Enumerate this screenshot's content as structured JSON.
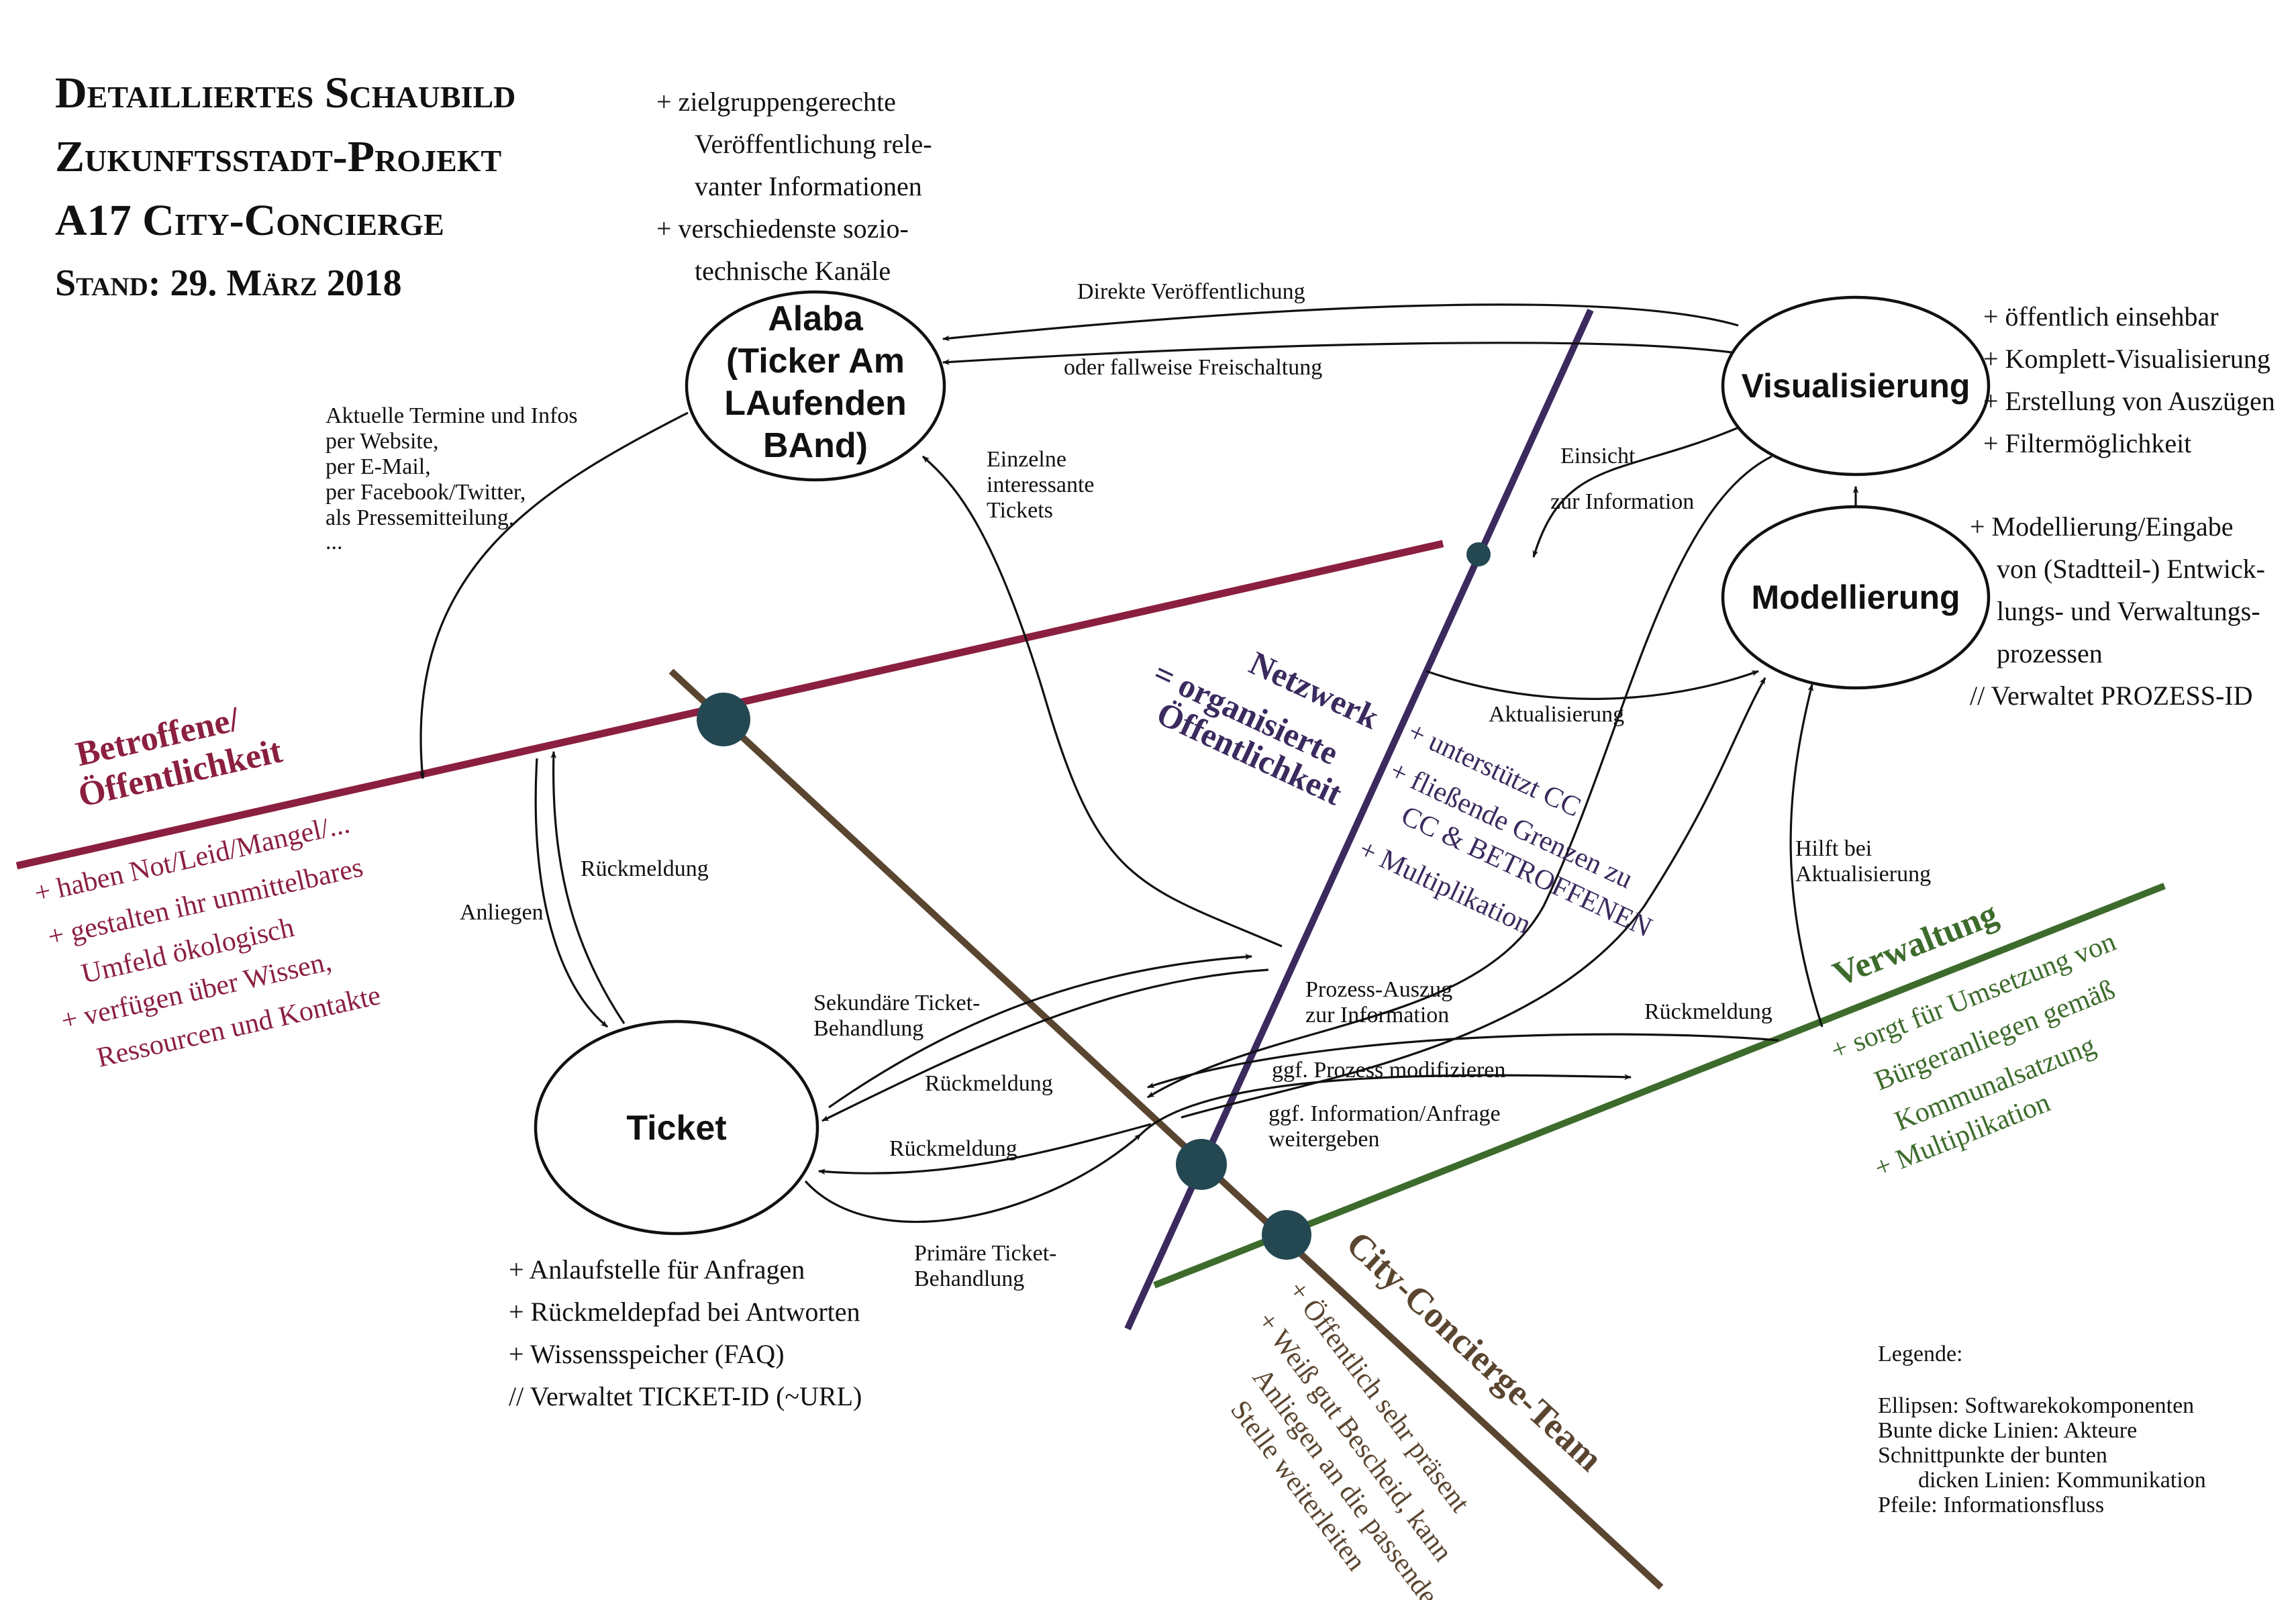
{
  "header": {
    "title_lines": [
      "Detailliertes Schaubild",
      "Zukunftsstadt-Projekt",
      "A17 City-Concierge"
    ],
    "stand": "Stand: 29. März 2018"
  },
  "colors": {
    "betroffene": "#8b1f3f",
    "netzwerk": "#3b2a5e",
    "verwaltung": "#3d6b2c",
    "cc_team": "#5a4530",
    "node": "#244852",
    "ink": "#111111"
  },
  "components": {
    "alaba": {
      "label_lines": [
        "Alaba",
        "(Ticker Am",
        "LAufenden",
        "BAnd)"
      ],
      "notes": [
        "+ zielgruppengerechte",
        "Veröffentlichung rele-",
        "vanter Informationen",
        "+ verschiedenste sozio-",
        "technische Kanäle"
      ]
    },
    "visualisierung": {
      "label": "Visualisierung",
      "notes": [
        "+ öffentlich einsehbar",
        "+ Komplett-Visualisierung",
        "+ Erstellung von Auszügen",
        "+ Filtermöglichkeit"
      ]
    },
    "modellierung": {
      "label": "Modellierung",
      "notes": [
        "+ Modellierung/Eingabe",
        "von (Stadtteil-) Entwick-",
        "lungs- und Verwaltungs-",
        "prozessen",
        "// Verwaltet PROZESS-ID"
      ]
    },
    "ticket": {
      "label": "Ticket",
      "notes": [
        "+ Anlaufstelle für Anfragen",
        "+ Rückmeldepfad bei Antworten",
        "+ Wissensspeicher (FAQ)",
        "// Verwaltet TICKET-ID (~URL)"
      ]
    }
  },
  "actors": {
    "betroffene": {
      "title_lines": [
        "Betroffene/",
        "Öffentlichkeit"
      ],
      "notes": [
        "+ haben Not/Leid/Mangel/...",
        "+ gestalten ihr unmittelbares",
        "Umfeld ökologisch",
        "+ verfügen über Wissen,",
        "Ressourcen und Kontakte"
      ]
    },
    "netzwerk": {
      "title_lines": [
        "Netzwerk",
        "= organisierte",
        "Öffentlichkeit"
      ],
      "notes": [
        "+ unterstützt CC",
        "+ fließende Grenzen zu",
        "CC & BETROFFENEN",
        "+ Multiplikation"
      ]
    },
    "verwaltung": {
      "title": "Verwaltung",
      "notes": [
        "+ sorgt für Umsetzung von",
        "Bürgeranliegen gemäß",
        "Kommunalsatzung",
        "+ Multiplikation"
      ]
    },
    "cc_team": {
      "title": "City-Concierge-Team",
      "notes": [
        "+ Öffentlich sehr präsent",
        "+ Weiß gut Bescheid, kann",
        "Anliegen an die passende",
        "Stelle weiterleiten"
      ]
    }
  },
  "flows": {
    "direkte_veroeffentlichung": "Direkte Veröffentlichung",
    "fallweise_freischaltung": "oder fallweise Freischaltung",
    "termine": [
      "Aktuelle Termine und Infos",
      "per Website,",
      "per E-Mail,",
      "per Facebook/Twitter,",
      "als Pressemitteilung,",
      "..."
    ],
    "einzelne_tickets": [
      "Einzelne",
      "interessante",
      "Tickets"
    ],
    "einsicht": "Einsicht",
    "zur_information": "zur Information",
    "aktualisierung": "Aktualisierung",
    "anliegen": "Anliegen",
    "rueckmeldung": "Rückmeldung",
    "sekundaere": [
      "Sekundäre Ticket-",
      "Behandlung"
    ],
    "primaere": [
      "Primäre Ticket-",
      "Behandlung"
    ],
    "prozess_auszug": [
      "Prozess-Auszug",
      "zur Information"
    ],
    "prozess_modifizieren": "ggf. Prozess modifizieren",
    "info_weitergeben": [
      "ggf. Information/Anfrage",
      "weitergeben"
    ],
    "hilft_bei": [
      "Hilft bei",
      "Aktualisierung"
    ]
  },
  "legend": {
    "title": "Legende:",
    "lines": [
      "Ellipsen: Softwarekokomponenten",
      "Bunte dicke Linien: Akteure",
      "Schnittpunkte der bunten",
      "dicken Linien: Kommunikation",
      "Pfeile: Informationsfluss"
    ]
  }
}
